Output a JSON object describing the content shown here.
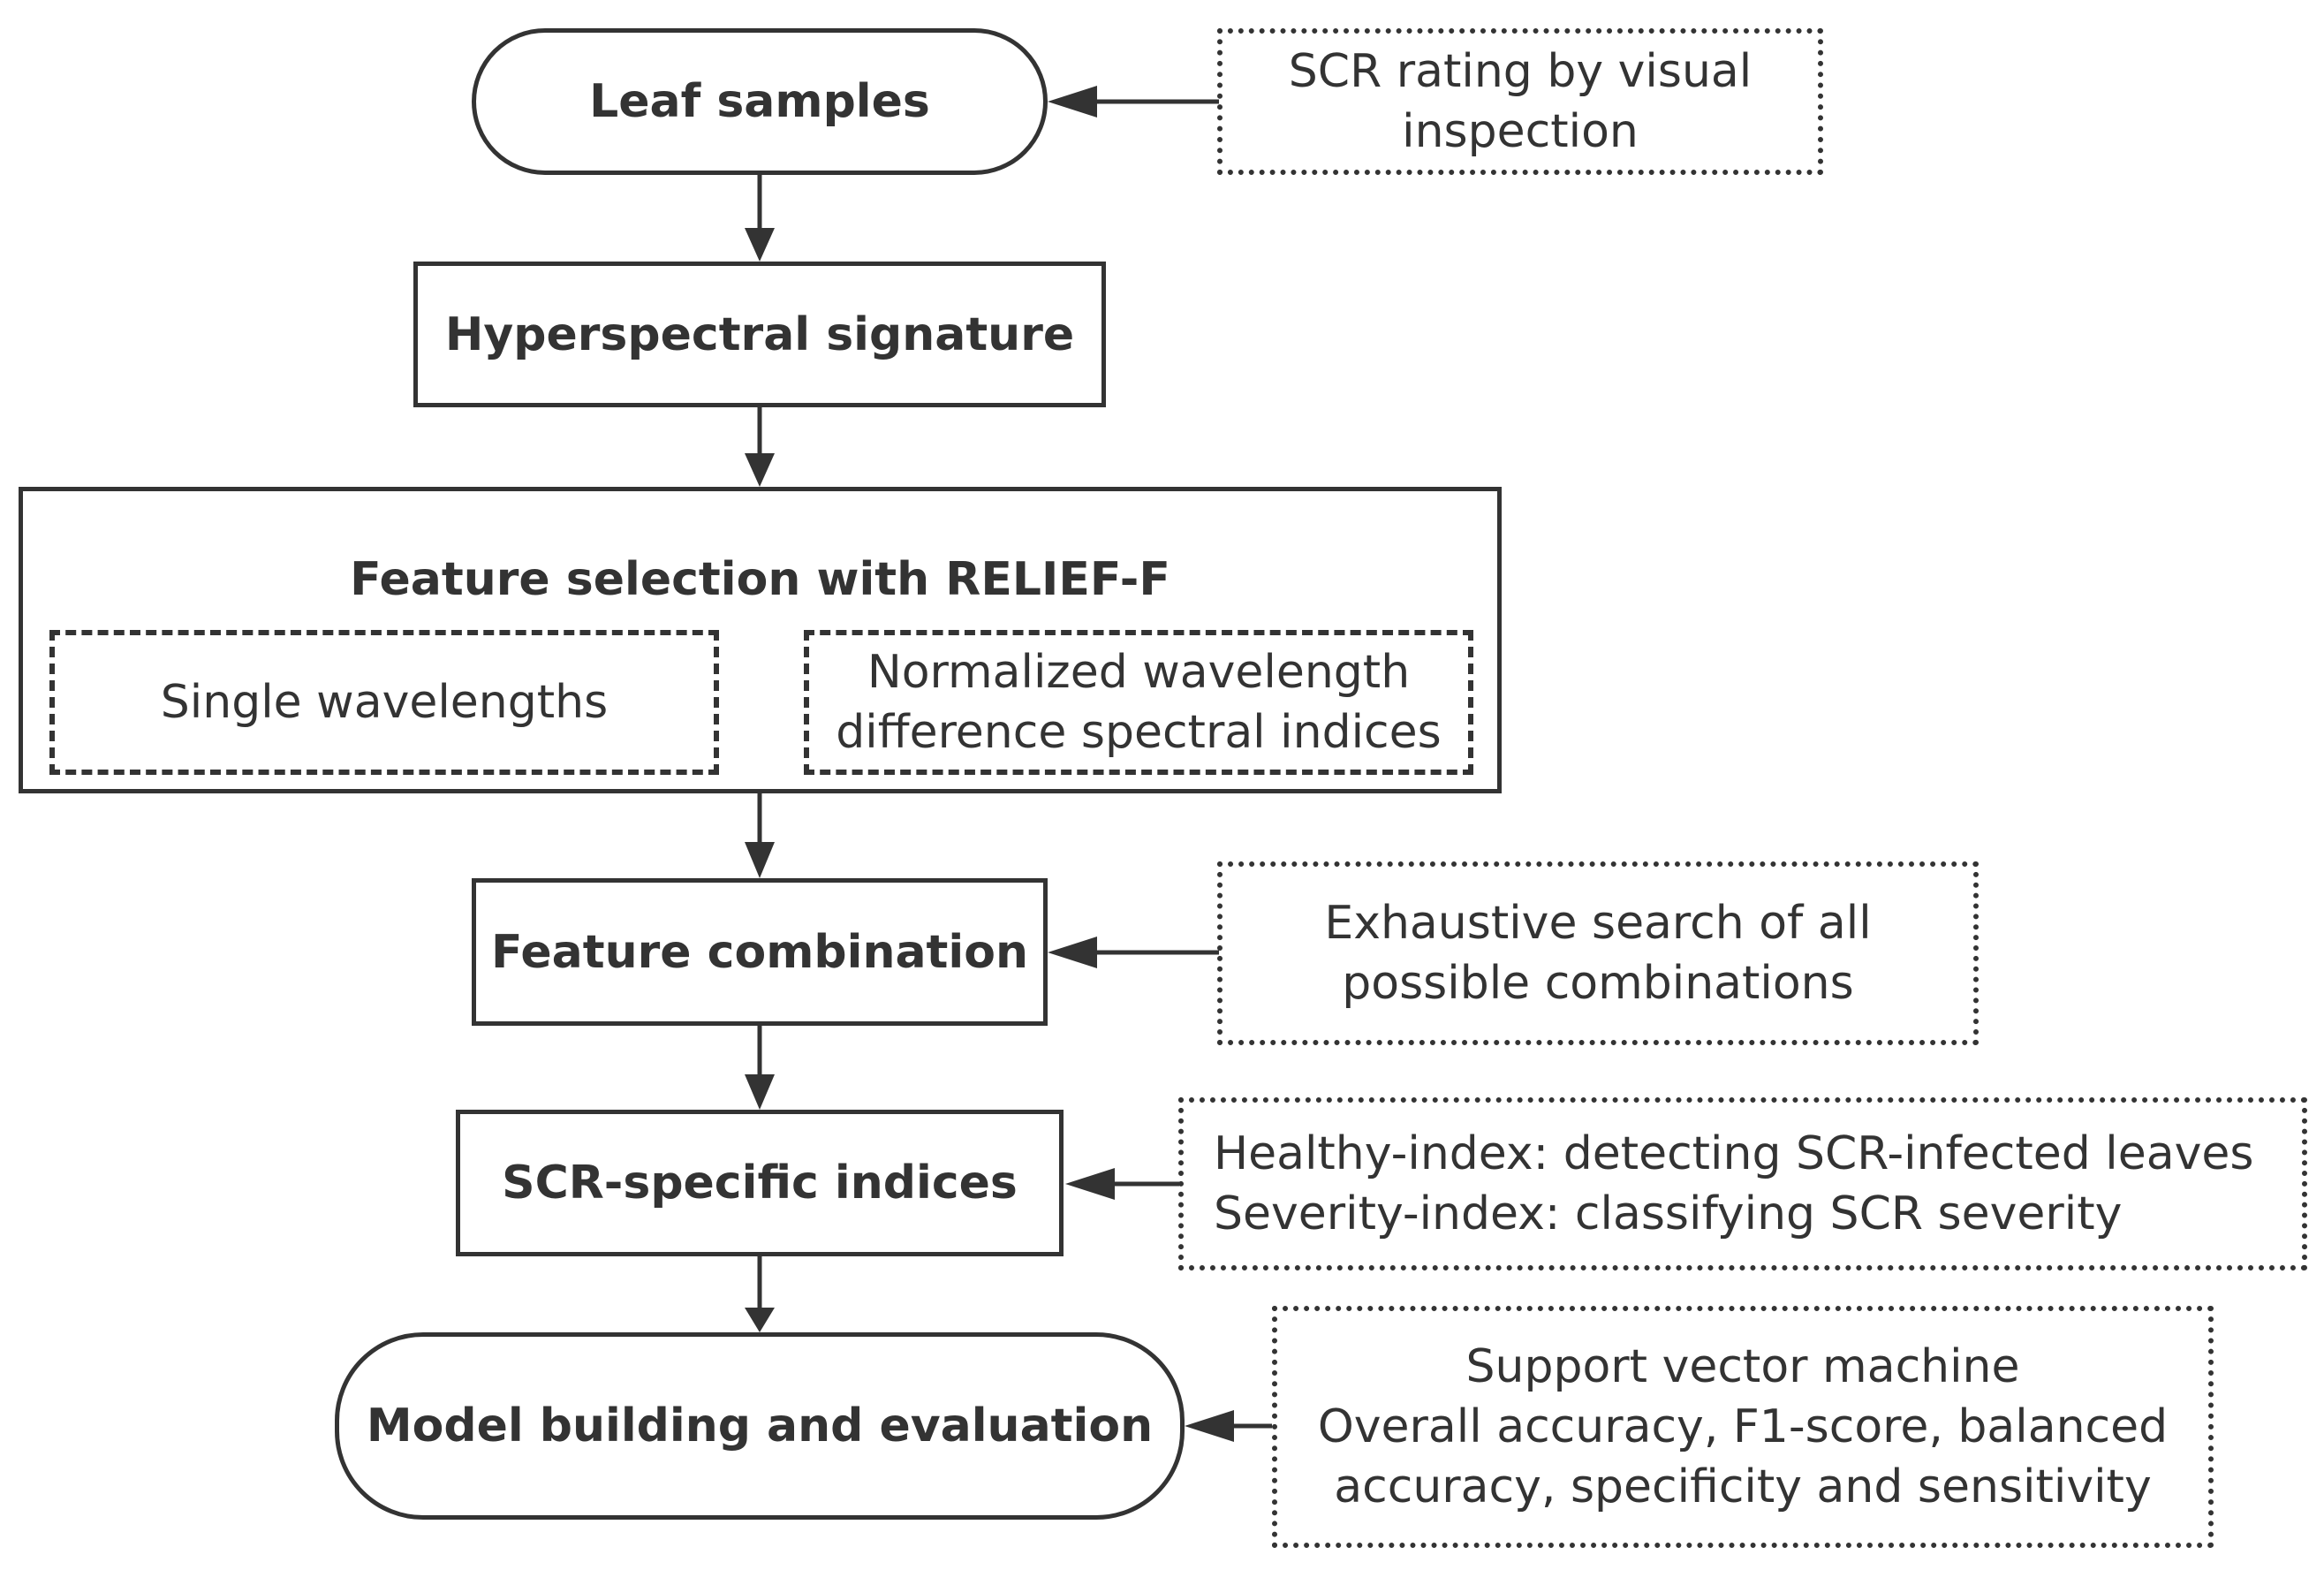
{
  "nodes": {
    "leaf_samples": "Leaf samples",
    "hyperspectral_signature": "Hyperspectral signature",
    "feature_selection": {
      "title": "Feature selection with RELIEF-F",
      "single_wavelengths": "Single wavelengths",
      "normalized_indices": [
        "Normalized wavelength",
        "difference spectral indices"
      ]
    },
    "feature_combination": "Feature combination",
    "scr_indices": "SCR-specific indices",
    "model_building": "Model building and evaluation"
  },
  "notes": {
    "scr_rating": [
      "SCR rating by visual",
      "inspection"
    ],
    "exhaustive_search": [
      "Exhaustive search of all",
      "possible combinations"
    ],
    "indices_desc": [
      "Healthy-index: detecting SCR-infected leaves",
      "Severity-index: classifying SCR severity"
    ],
    "model_desc": [
      "Support vector machine",
      "Overall accuracy, F1-score, balanced",
      "accuracy, specificity and sensitivity"
    ]
  },
  "colors": {
    "stroke": "#333333",
    "background": "#ffffff"
  }
}
